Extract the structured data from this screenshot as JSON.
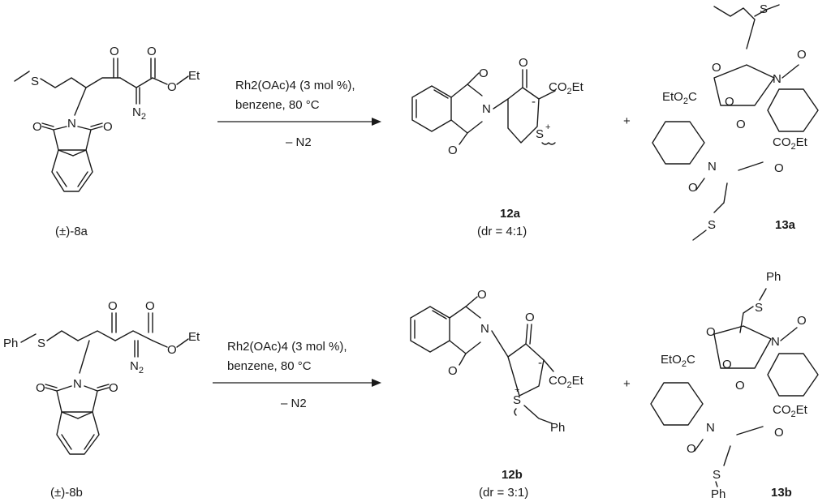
{
  "row1": {
    "reactant_label": "(±)-8a",
    "product1_label": "12a",
    "product1_dr": "(dr = 4:1)",
    "product2_label": "13a",
    "conditions_line1": "Rh2(OAc)4 (3 mol %),",
    "conditions_line2": "benzene, 80 °C",
    "byproduct": "– N2",
    "plus": "+"
  },
  "row2": {
    "reactant_label": "(±)-8b",
    "product1_label": "12b",
    "product1_dr": "(dr = 3:1)",
    "product2_label": "13b",
    "conditions_line1": "Rh2(OAc)4 (3 mol %),",
    "conditions_line2": "benzene, 80 °C",
    "byproduct": "– N2",
    "plus": "+"
  }
}
